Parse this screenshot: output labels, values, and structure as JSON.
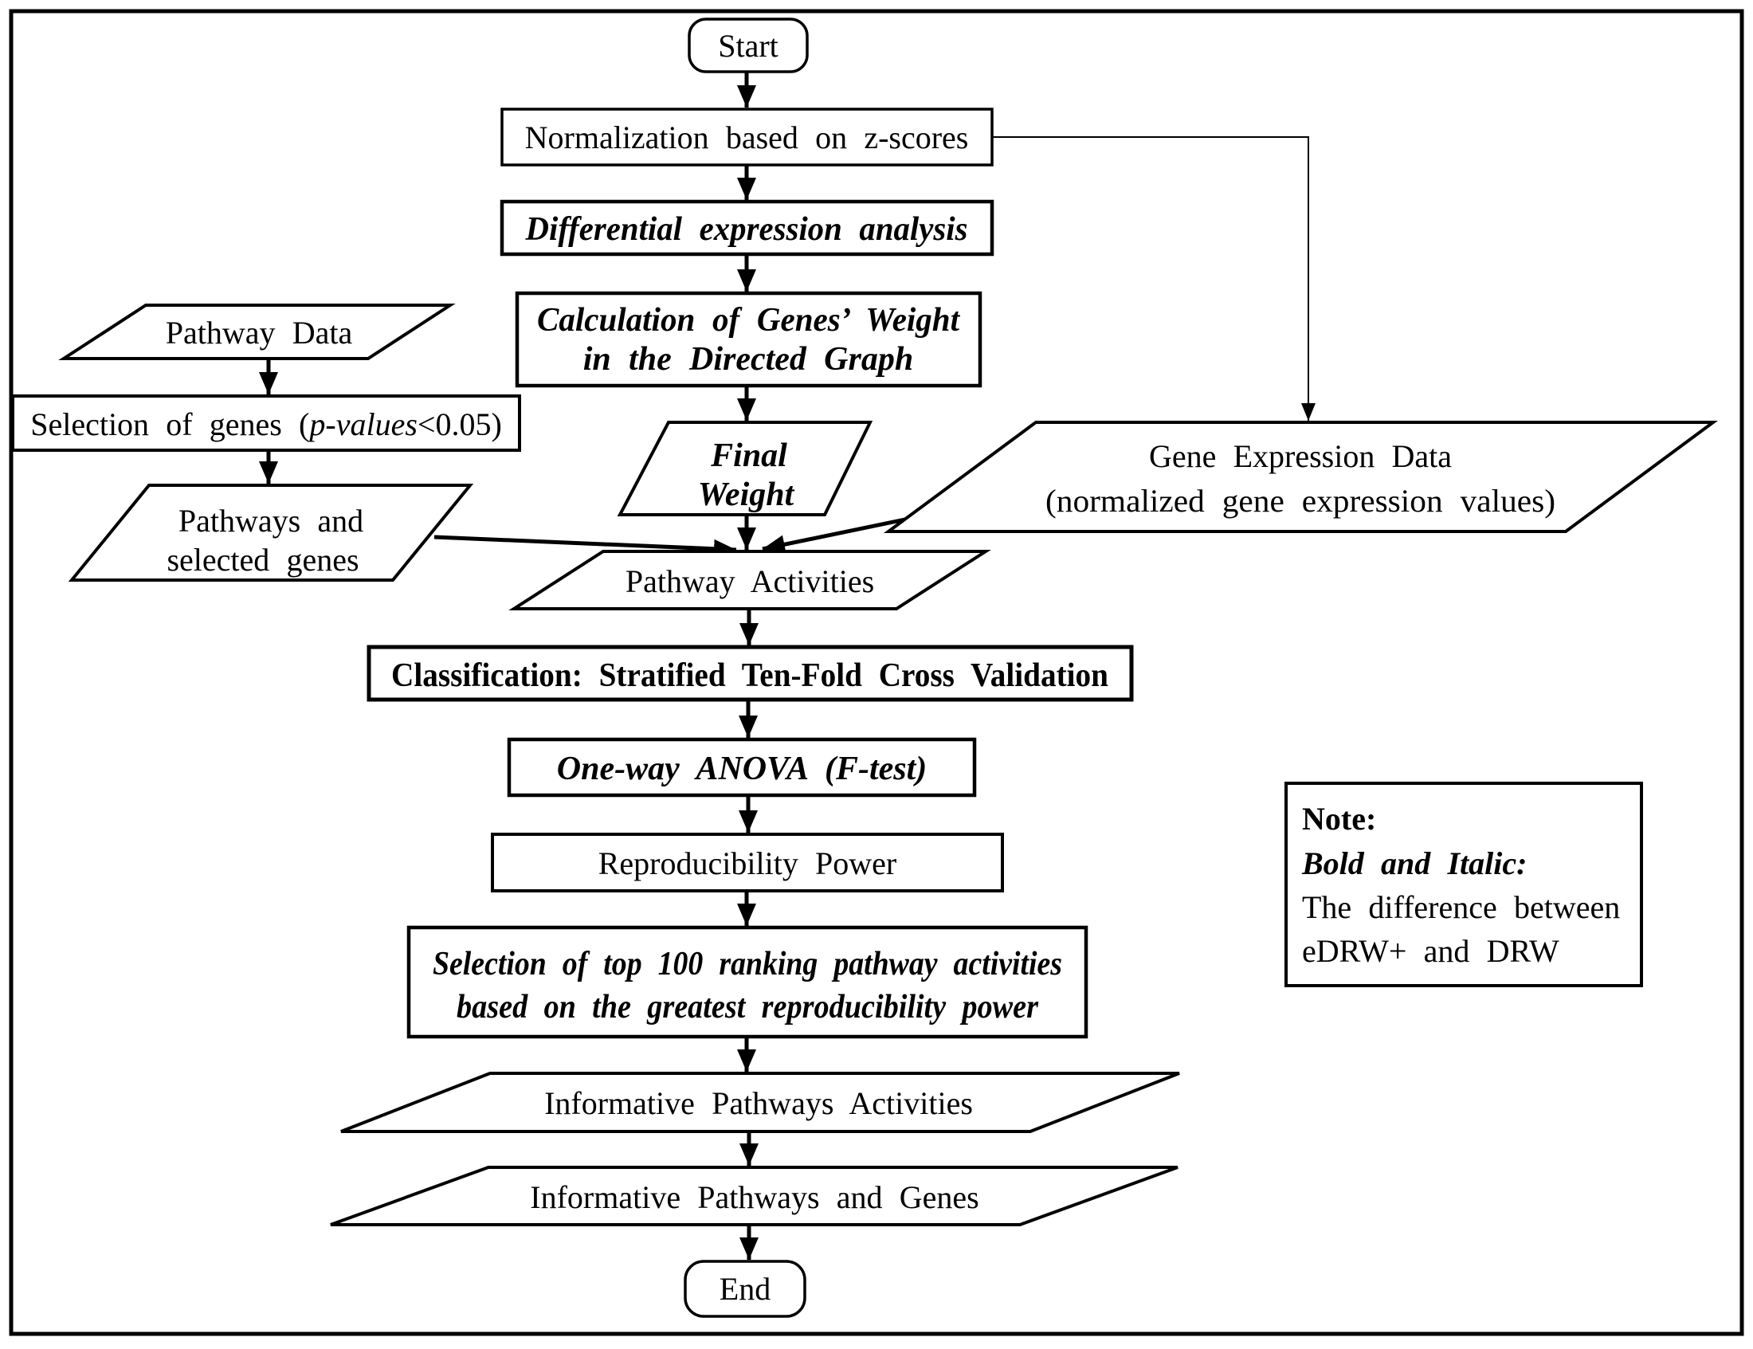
{
  "nodes": {
    "start": {
      "label": "Start",
      "shape": "terminator"
    },
    "normalization": {
      "label": "Normalization based on z-scores",
      "shape": "process"
    },
    "differential": {
      "label": "Differential expression analysis",
      "shape": "process",
      "emphasis": "bold-italic"
    },
    "calculation": {
      "line1": "Calculation of Genes’ Weight",
      "line2": "in the Directed Graph",
      "shape": "process",
      "emphasis": "bold-italic"
    },
    "final_weight": {
      "line1": "Final",
      "line2": "Weight",
      "shape": "data",
      "emphasis": "bold-italic"
    },
    "pathway_data": {
      "label": "Pathway Data",
      "shape": "data"
    },
    "selection_genes": {
      "prefix": "Selection of genes (",
      "italic": "p-values",
      "suffix": "<0.05)",
      "shape": "process"
    },
    "pathways_selected": {
      "line1": "Pathways and",
      "line2": "selected genes",
      "shape": "data"
    },
    "gene_expression": {
      "line1": "Gene Expression Data",
      "line2": "(normalized gene expression values)",
      "shape": "data"
    },
    "pathway_activities": {
      "label": "Pathway Activities",
      "shape": "data"
    },
    "classification": {
      "label": "Classification: Stratified Ten-Fold Cross Validation",
      "shape": "process",
      "emphasis": "bold"
    },
    "anova": {
      "label": "One-way ANOVA (F-test)",
      "shape": "process",
      "emphasis": "bold-italic"
    },
    "reproducibility": {
      "label": "Reproducibility Power",
      "shape": "process"
    },
    "top100": {
      "line1": "Selection of top 100 ranking pathway activities",
      "line2": "based on the greatest reproducibility power",
      "shape": "process",
      "emphasis": "bold-italic"
    },
    "informative_activities": {
      "label": "Informative Pathways Activities",
      "shape": "data"
    },
    "informative_genes": {
      "label": "Informative Pathways and Genes",
      "shape": "data"
    },
    "end": {
      "label": "End",
      "shape": "terminator"
    }
  },
  "note": {
    "title": "Note:",
    "subtitle": "Bold and Italic:",
    "line1": "The difference between",
    "line2": "eDRW+ and DRW"
  },
  "colors": {
    "ink": "#000000",
    "paper": "#ffffff"
  }
}
